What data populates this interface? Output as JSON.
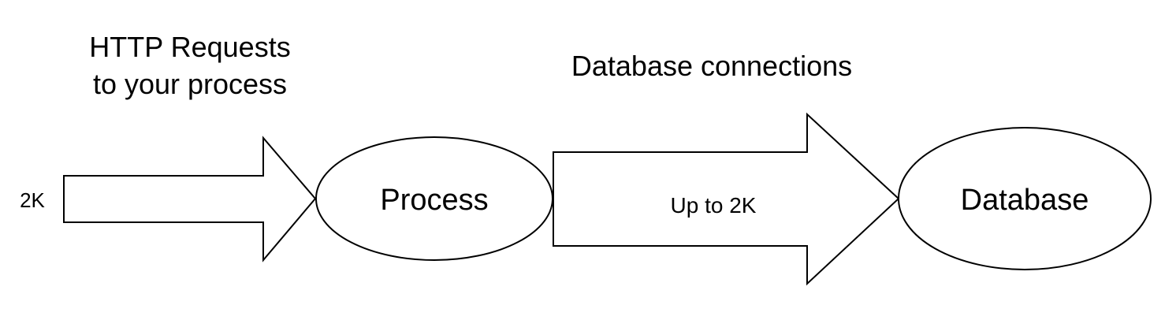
{
  "diagram": {
    "input_label": "2K",
    "http_label": {
      "line1": "HTTP Requests",
      "line2": "to your process"
    },
    "process_label": "Process",
    "db_connections_label": "Database connections",
    "connection_arrow_label": "Up to 2K",
    "database_label": "Database"
  },
  "colors": {
    "stroke": "#000000",
    "fill": "#ffffff",
    "text": "#000000"
  }
}
